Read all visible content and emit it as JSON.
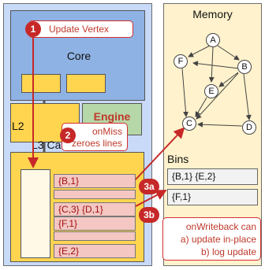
{
  "chip": {
    "core_label": "Core",
    "l2_label": "L2",
    "engine_label": "Engine",
    "l3_label": "L3 Cache Bank",
    "cache_rows": [
      "{B,1}",
      "{C,3}   {D,1}",
      "{F,1}",
      "{E,2}"
    ]
  },
  "memory": {
    "title": "Memory",
    "nodes": [
      "A",
      "B",
      "C",
      "D",
      "E",
      "F"
    ],
    "bins_label": "Bins",
    "bins": [
      "{B,1} {E,2}",
      "{F,1}"
    ]
  },
  "annotations": {
    "step1_badge": "1",
    "step1_text": "Update Vertex",
    "step2_badge": "2",
    "step2_line1": "onMiss",
    "step2_line2": "zeroes lines",
    "step3a_badge": "3a",
    "step3b_badge": "3b",
    "wb_line1": "onWriteback can",
    "wb_line2": "a) update in-place",
    "wb_line3": "b) log update"
  },
  "colors": {
    "chip_bg": "#c9daf8",
    "core": "#8eb2e3",
    "cache": "#ffd54f",
    "engine": "#b6d7a8",
    "memory_bg": "#fff2cc",
    "accent_red": "#c62828",
    "cache_row": "#f4c7c3"
  }
}
